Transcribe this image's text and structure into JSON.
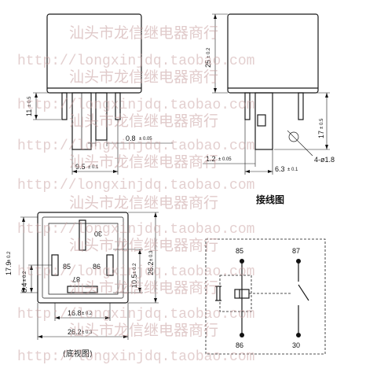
{
  "dimensions": {
    "d25": "25",
    "d25_tol": "± 0.2",
    "d11": "11",
    "d11_tol": "± 0.5",
    "d17": "17",
    "d17_tol": "± 0.5",
    "d0_8": "0.8",
    "d0_8_tol": "± 0.05",
    "d1_2": "1.2",
    "d1_2_tol": "± 0.05",
    "d9_5": "9.5",
    "d9_5_tol": "± 0.1",
    "d6_3": "6.3",
    "d6_3_tol": "± 0.1",
    "hole": "4-ø1.8",
    "d17_9": "17.9",
    "d17_9_tol": "± 0.2",
    "d8_4": "8.4",
    "d8_4_tol": "± 0.2",
    "d10_5": "10.5",
    "d10_5_tol": "± 0.2",
    "d26_2v": "26.2",
    "d26_2v_tol": "± 0.3",
    "d16_8": "16.8",
    "d16_8_tol": "± 0.2",
    "d26_2h": "26.2",
    "d26_2h_tol": "± 0.3"
  },
  "pins": {
    "p30": "30",
    "p85": "85",
    "p86": "86",
    "p87": "87"
  },
  "schematic": {
    "title": "接线图",
    "p85": "85",
    "p87": "87",
    "p86": "86",
    "p30": "30"
  },
  "bottom_view_label": "(底视图)",
  "watermark": {
    "cn": "汕头市龙信继电器商行",
    "url": "http://longxinjdq.taobao.com"
  }
}
